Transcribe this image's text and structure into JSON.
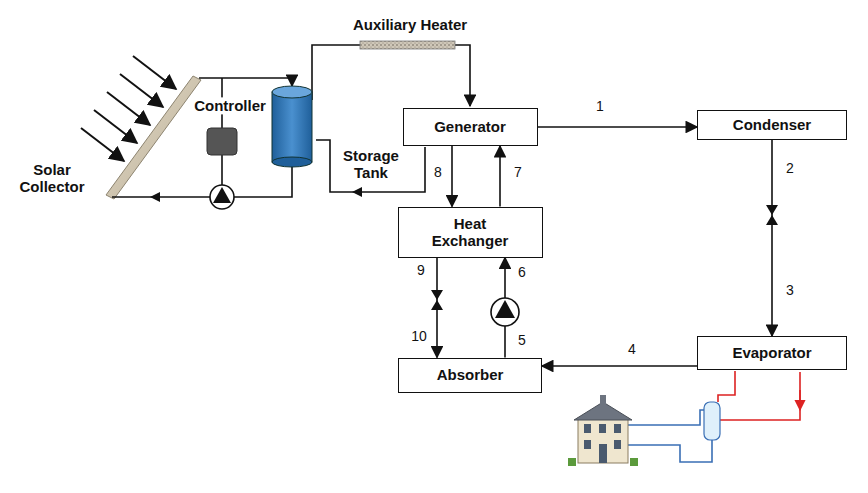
{
  "diagram": {
    "nodes": [
      {
        "text": [
          "Generator"
        ]
      },
      {
        "text": [
          "Condenser"
        ]
      },
      {
        "text": [
          "Heat Exchanger"
        ]
      },
      {
        "text": [
          "Evaporator"
        ]
      },
      {
        "text": [
          "Absorber"
        ]
      }
    ],
    "edges": [
      {
        "from": 0,
        "to": 1,
        "arrow": "to"
      },
      {
        "from": 1,
        "to": 3,
        "arrow": "to"
      },
      {
        "from": 3,
        "to": 4,
        "arrow": "to"
      },
      {
        "from": 0,
        "to": 2,
        "arrow": "to"
      },
      {
        "from": 2,
        "to": 0,
        "arrow": "to"
      },
      {
        "from": 2,
        "to": 4,
        "arrow": "to"
      },
      {
        "from": 4,
        "to": 2,
        "arrow": "to"
      }
    ],
    "labels": [
      "Auxiliary Heater",
      "Controller",
      "Solar Collector",
      "Storage Tank",
      "1",
      "2",
      "3",
      "4",
      "5",
      "6",
      "7",
      "8",
      "9",
      "10"
    ]
  }
}
